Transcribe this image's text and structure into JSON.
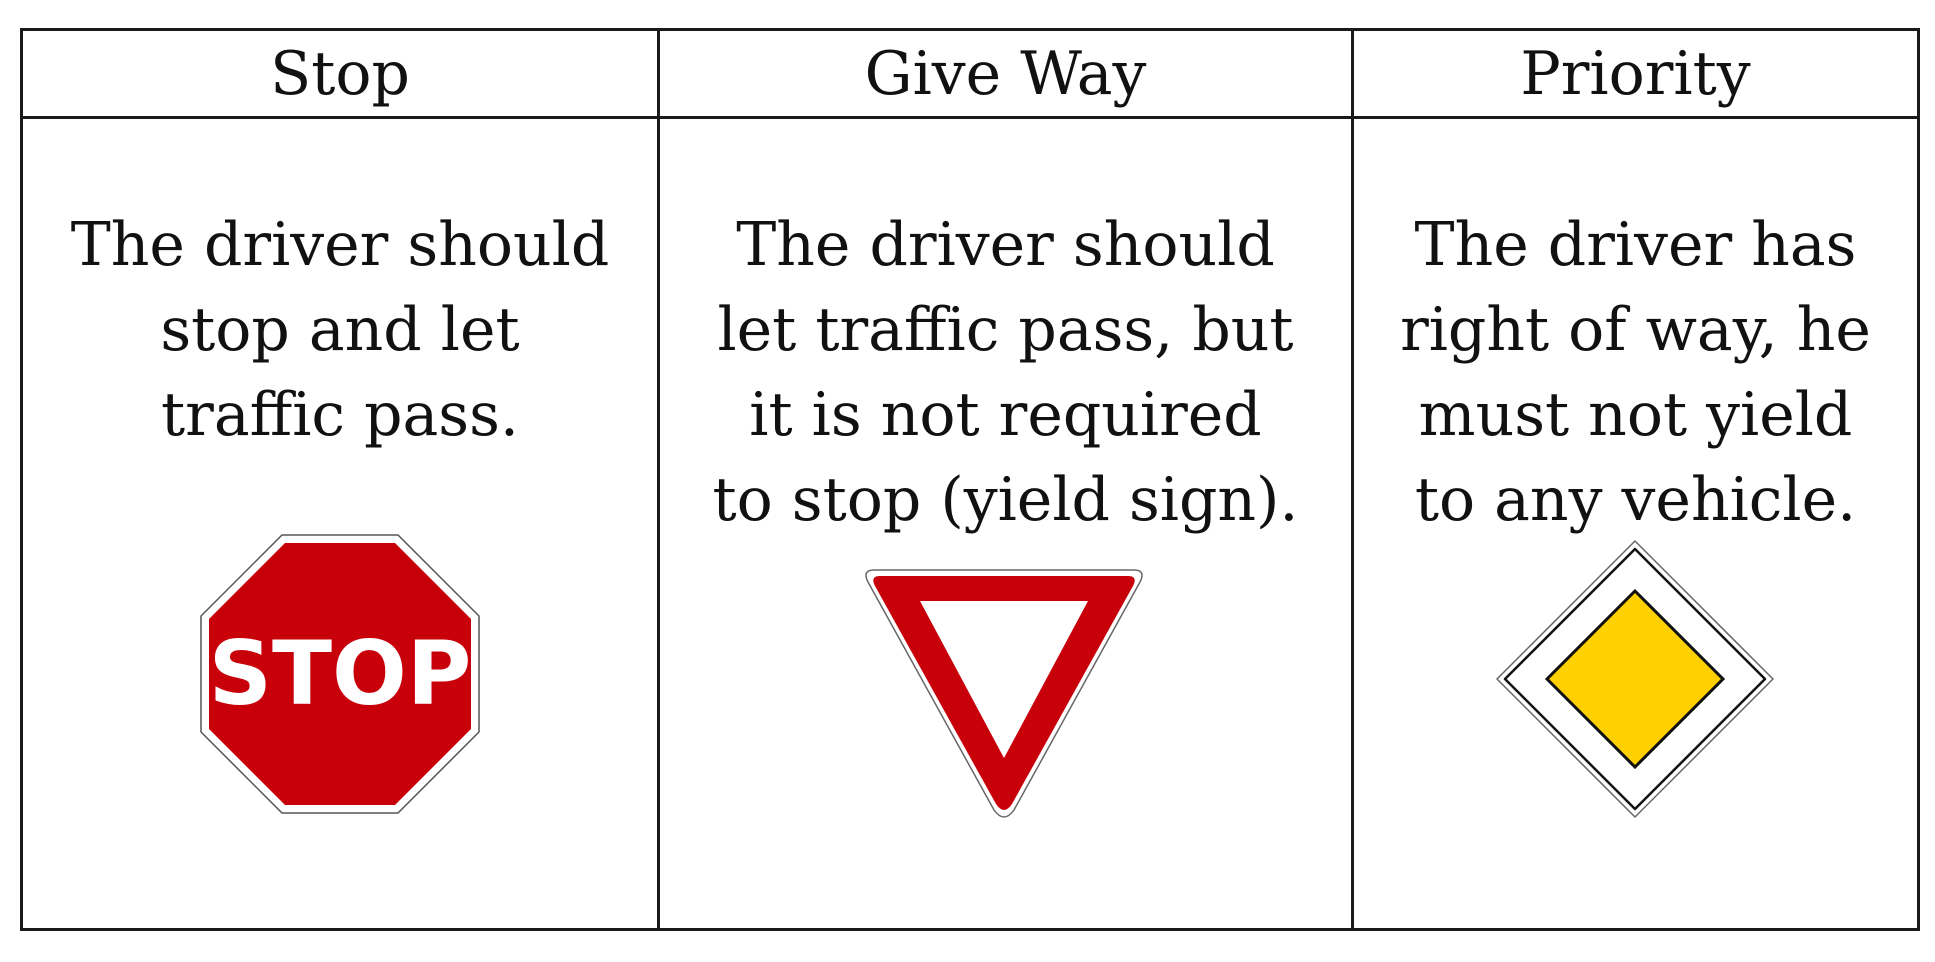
{
  "table": {
    "columns": [
      {
        "header": "Stop",
        "description_lines": [
          "The driver should",
          "stop and let",
          "traffic pass."
        ],
        "sign": {
          "icon": "stop-sign-icon",
          "text": "STOP",
          "colors": {
            "face": "#c8000a",
            "text": "#ffffff"
          }
        }
      },
      {
        "header": "Give Way",
        "description_lines": [
          "The driver should",
          "let traffic pass, but",
          "it is not required",
          "to stop (yield sign)."
        ],
        "sign": {
          "icon": "yield-sign-icon",
          "colors": {
            "border": "#c8000a",
            "face": "#ffffff"
          }
        }
      },
      {
        "header": "Priority",
        "description_lines": [
          "The driver has",
          "right of way, he",
          "must not yield",
          "to any vehicle."
        ],
        "sign": {
          "icon": "priority-road-sign-icon",
          "colors": {
            "face": "#ffd000",
            "border": "#111111",
            "background": "#ffffff"
          }
        }
      }
    ]
  }
}
